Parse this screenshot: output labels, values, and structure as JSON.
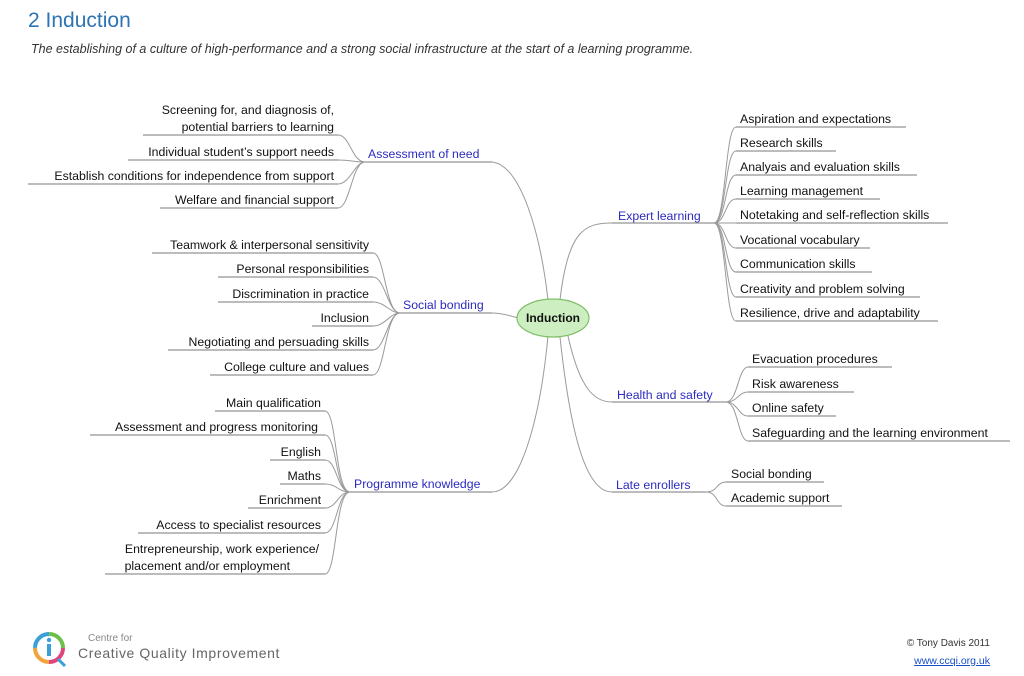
{
  "header": {
    "title": "2 Induction",
    "subtitle": "The establishing of a culture of high-performance and a strong social infrastructure at the start of a learning programme."
  },
  "mindmap": {
    "center": "Induction",
    "branches": {
      "assessment_of_need": {
        "label": "Assessment of need",
        "items": [
          "Screening for, and diagnosis of,",
          "potential barriers to learning",
          "Individual student’s support needs",
          "Establish conditions for independence from support",
          "Welfare and financial support"
        ]
      },
      "social_bonding": {
        "label": "Social bonding",
        "items": [
          "Teamwork & interpersonal sensitivity",
          "Personal responsibilities",
          "Discrimination in practice",
          "Inclusion",
          "Negotiating and persuading skills",
          "College culture and values"
        ]
      },
      "programme_knowledge": {
        "label": "Programme knowledge",
        "items": [
          "Main qualification",
          "Assessment and progress monitoring",
          "English",
          "Maths",
          "Enrichment",
          "Access to specialist resources",
          "Entrepreneurship, work experience/",
          "placement and/or employment"
        ]
      },
      "expert_learning": {
        "label": "Expert learning",
        "items": [
          "Aspiration and expectations",
          "Research skills",
          "Analyais and evaluation skills",
          "Learning management",
          "Notetaking and self-reflection skills",
          "Vocational vocabulary",
          "Communication skills",
          "Creativity and problem solving",
          "Resilience, drive and adaptability"
        ]
      },
      "health_and_safety": {
        "label": "Health and safety",
        "items": [
          "Evacuation procedures",
          "Risk awareness",
          "Online safety",
          "Safeguarding and the learning environment"
        ]
      },
      "late_enrollers": {
        "label": "Late enrollers",
        "items": [
          "Social bonding",
          "Academic support"
        ]
      }
    }
  },
  "footer": {
    "logo_small": "Centre for",
    "logo_big": "Creative Quality Improvement",
    "copyright": "© Tony Davis 2011",
    "link": "www.ccqi.org.uk"
  },
  "colors": {
    "title": "#2e74b5",
    "branch_text": "#2b2bbf",
    "center_fill": "#cdeec0",
    "center_stroke": "#7fbf6a",
    "edge": "#9a9a9a",
    "logo_ring": [
      "#e0457b",
      "#f2a33a",
      "#3aa0d8",
      "#6cc04a"
    ]
  }
}
